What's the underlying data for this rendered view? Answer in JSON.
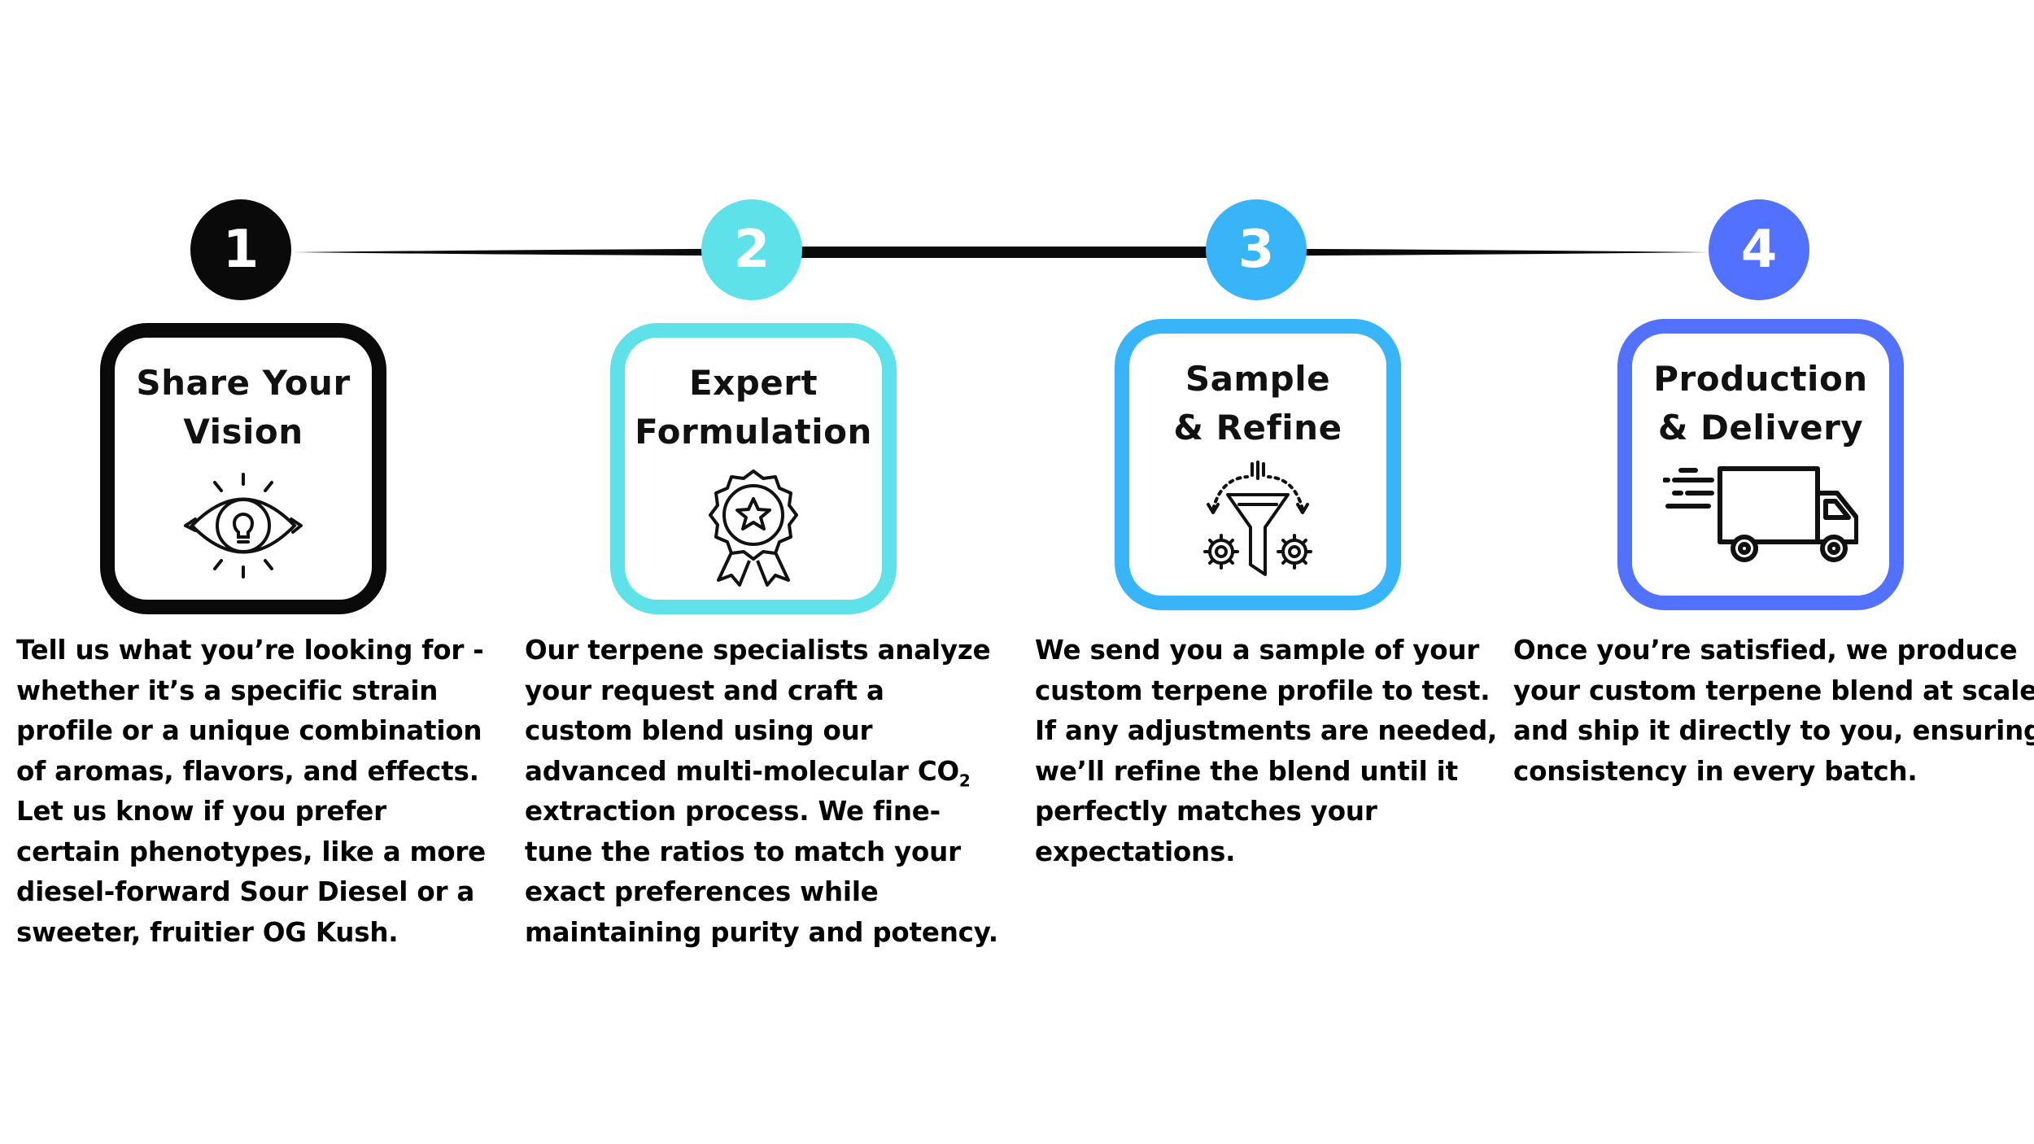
{
  "colors": {
    "step1": "#0a0a0a",
    "step2": "#5ee1e8",
    "step3": "#38b4f9",
    "step4": "#5271ff",
    "connector": "#0a0a0a",
    "text": "#000000"
  },
  "steps": [
    {
      "number": "1",
      "title": "Share Your\nVision",
      "icon": "eye-lightbulb-icon",
      "description_lines": [
        "Tell us what you’re looking for -",
        "whether it’s a specific strain",
        "profile or a unique combination",
        "of aromas, flavors, and effects.",
        "Let us know if you prefer",
        "certain phenotypes, like a more",
        "diesel-forward Sour Diesel or a",
        "sweeter, fruitier OG Kush."
      ]
    },
    {
      "number": "2",
      "title": "Expert\nFormulation",
      "icon": "award-badge-icon",
      "description_lines": [
        "Our terpene specialists analyze",
        "your request and craft a",
        "custom blend using our",
        "advanced multi-molecular CO",
        "extraction process. We fine-",
        "tune the ratios to match your",
        "exact preferences while",
        "maintaining purity and potency."
      ],
      "subscript": "2"
    },
    {
      "number": "3",
      "title": "Sample\n& Refine",
      "icon": "funnel-gears-icon",
      "description_lines": [
        "We send you a sample of your",
        "custom terpene profile to test.",
        "If any adjustments are needed,",
        "we’ll refine the blend until it",
        "perfectly matches your",
        "expectations."
      ]
    },
    {
      "number": "4",
      "title": "Production\n& Delivery",
      "icon": "delivery-truck-icon",
      "description_lines": [
        "Once you’re satisfied, we produce",
        "your custom terpene blend at scale",
        "and ship it directly to you, ensuring",
        "consistency in every batch."
      ]
    }
  ]
}
